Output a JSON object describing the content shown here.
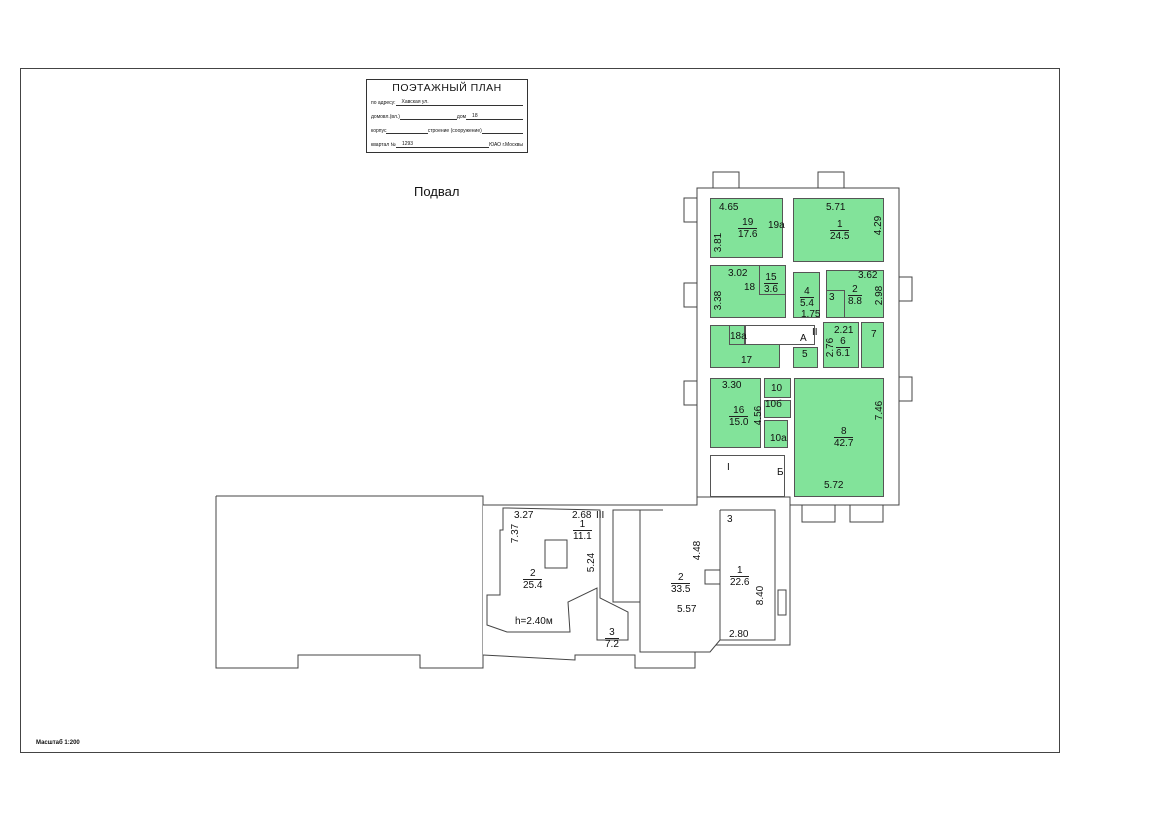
{
  "title_block": {
    "heading": "ПОЭТАЖНЫЙ ПЛАН",
    "address_label": "по адресу:",
    "address_value": "Хавская ул.",
    "house_own_label": "домовл.(вл.)",
    "house_label": "дом",
    "house_value": "18",
    "korpus_label": "корпус",
    "building_label": "строение (сооружение)",
    "quarter_label": "квартал №",
    "quarter_value": "1293",
    "district": "ЮАО г.Москвы"
  },
  "floor_label": "Подвал",
  "scale": "Масштаб 1:200",
  "colors": {
    "room_fill": "#82e39a",
    "arrow": "#e02020"
  },
  "main": {
    "r19": {
      "num": "19",
      "area": "17.6"
    },
    "r19a": "19а",
    "d465": "4.65",
    "d381": "3.81",
    "r1": {
      "num": "1",
      "area": "24.5"
    },
    "d571": "5.71",
    "d429": "4.29",
    "r18": "18",
    "d302": "3.02",
    "d338": "3.38",
    "r15": {
      "num": "15",
      "area": "3.6"
    },
    "r4": {
      "num": "4",
      "area": "5.4"
    },
    "d175": "1.75",
    "r2": {
      "num": "2",
      "area": "8.8"
    },
    "r3": "3",
    "d362": "3.62",
    "d298": "2.98",
    "r18a": "18а",
    "rA": "А",
    "rII": "II",
    "r17": "17",
    "r5": "5",
    "r6": {
      "num": "6",
      "area": "6.1"
    },
    "d221": "2.21",
    "d276": "2.76",
    "r7": "7",
    "r16": {
      "num": "16",
      "area": "15.0"
    },
    "d330": "3.30",
    "d456": "4.56",
    "r10": "10",
    "r10b": "10б",
    "r10a": "10а",
    "r8": {
      "num": "8",
      "area": "42.7"
    },
    "d746": "7.46",
    "d572": "5.72",
    "rI": "I",
    "rB": "Б"
  },
  "annex": {
    "d327": "3.27",
    "d737": "7.37",
    "r2": {
      "num": "2",
      "area": "25.4"
    },
    "height": "h=2.40м",
    "d268": "2.68",
    "rIII": "III",
    "r1": {
      "num": "1",
      "area": "11.1"
    },
    "d524": "5.24",
    "r3": {
      "num": "3",
      "area": "7.2"
    },
    "b_r2": {
      "num": "2",
      "area": "33.5"
    },
    "d448": "4.48",
    "d557": "5.57",
    "b_r1": {
      "num": "1",
      "area": "22.6"
    },
    "d840": "8.40",
    "d280": "2.80",
    "b_r3": "3"
  }
}
